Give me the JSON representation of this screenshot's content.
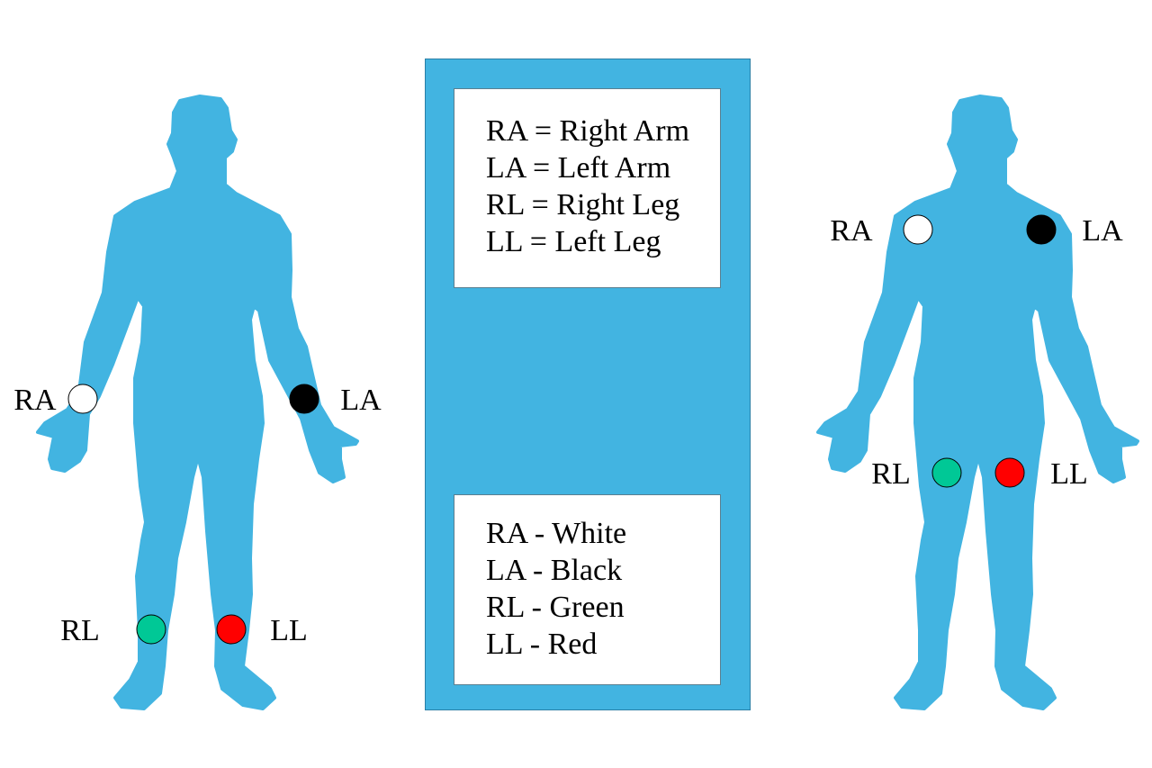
{
  "colors": {
    "body": "#42b4e1",
    "RA": "#ffffff",
    "LA": "#000000",
    "RL": "#00c896",
    "LL": "#ff0000"
  },
  "left_figure": {
    "labels": {
      "RA": "RA",
      "LA": "LA",
      "RL": "RL",
      "LL": "LL"
    }
  },
  "right_figure": {
    "labels": {
      "RA": "RA",
      "LA": "LA",
      "RL": "RL",
      "LL": "LL"
    }
  },
  "legend": {
    "abbreviations": [
      "RA = Right Arm",
      "LA = Left Arm",
      "RL = Right Leg",
      "LL = Left Leg"
    ],
    "colors": [
      "RA - White",
      "LA - Black",
      "RL - Green",
      "LL - Red"
    ]
  }
}
